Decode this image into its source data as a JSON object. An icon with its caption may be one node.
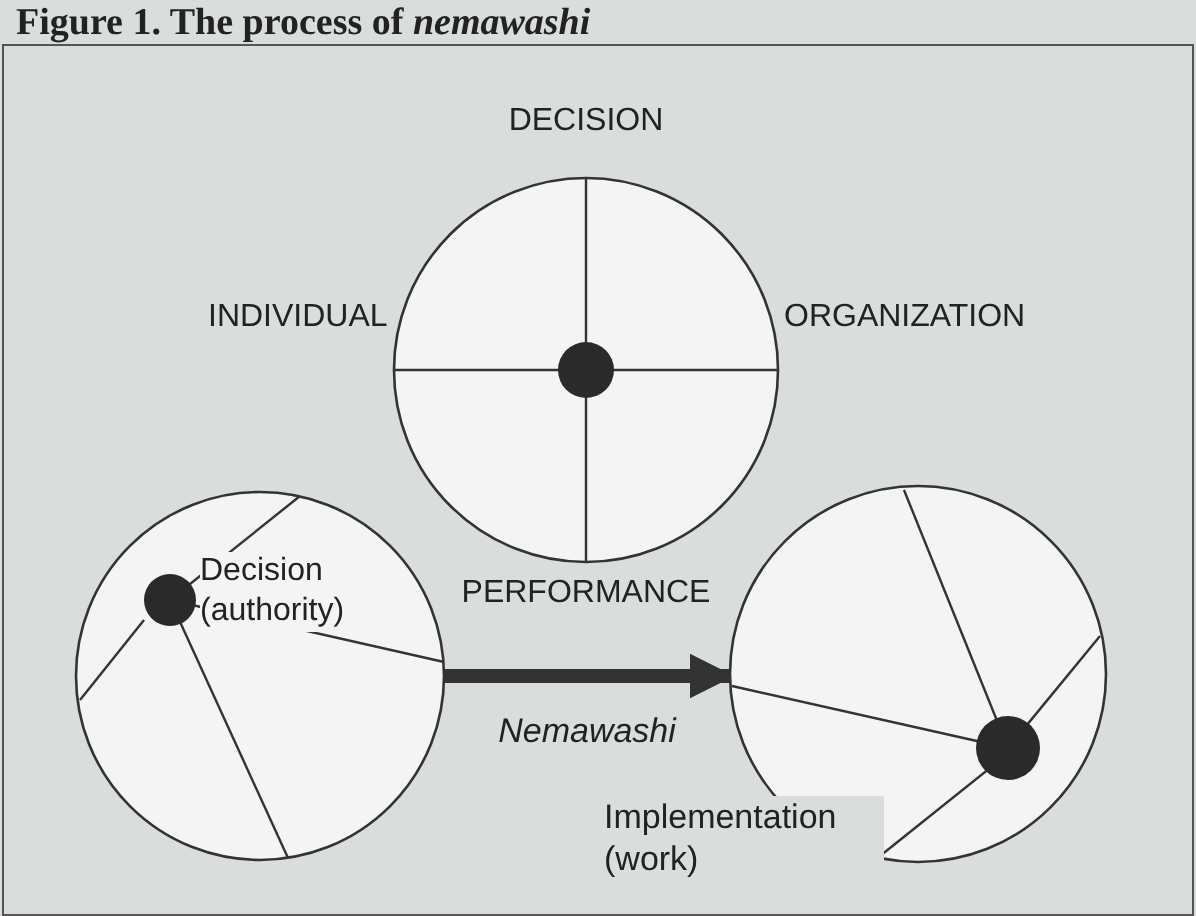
{
  "diagram": {
    "title": "Figure 1. The process of *nemawashi*",
    "nodes": [
      {
        "text": [],
        "shape": "circle",
        "beside": [
          "DECISION",
          "INDIVIDUAL",
          "ORGANIZATION",
          "PERFORMANCE"
        ]
      },
      {
        "text": [
          "Decision (authority)"
        ]
      },
      {
        "text": [],
        "shape": "circle",
        "beside": [
          "Implementation (work)"
        ]
      }
    ],
    "edges": [
      {
        "from": 1,
        "to": 2,
        "arrow": "to",
        "label": "Nemawashi"
      }
    ]
  }
}
